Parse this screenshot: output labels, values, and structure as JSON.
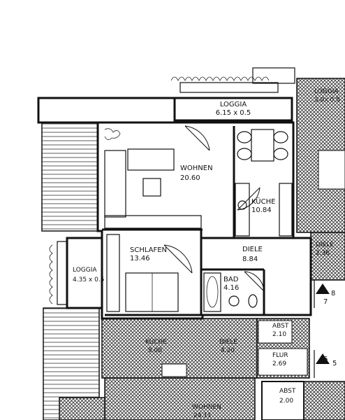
{
  "rooms": {
    "loggia_top": {
      "name": "LOGGIA",
      "size": "6.15 x 0.5"
    },
    "loggia_tr": {
      "name": "LOGGIA",
      "size": "3.0x 0.5"
    },
    "wohnen": {
      "name": "WOHNEN",
      "size": "20.60"
    },
    "kueche": {
      "name": "KÜCHE",
      "size": "10.84"
    },
    "schlafen": {
      "name": "SCHLAFEN",
      "size": "13.46"
    },
    "diele": {
      "name": "DIELE",
      "size": "8.84"
    },
    "bad": {
      "name": "BAD",
      "size": "4.16"
    },
    "loggia_left": {
      "name": "LOGGIA",
      "size": "4.35 x 0.5"
    },
    "diele_right": {
      "name": "DIELE",
      "size": "2.36"
    },
    "kueche_lower": {
      "name": "KÜCHE",
      "size": "9.00"
    },
    "diele_lower": {
      "name": "DIELE",
      "size": "4.20"
    },
    "abst_1": {
      "name": "ABST",
      "size": "2.10"
    },
    "flur": {
      "name": "FLUR",
      "size": "2.69"
    },
    "abst_2": {
      "name": "ABST",
      "size": "2.00"
    },
    "wohnen_lower": {
      "name": "WOHNEN",
      "size": "24.11"
    }
  },
  "markers": {
    "m8": "8",
    "m7": "7",
    "m6": "6",
    "m5": "5"
  }
}
